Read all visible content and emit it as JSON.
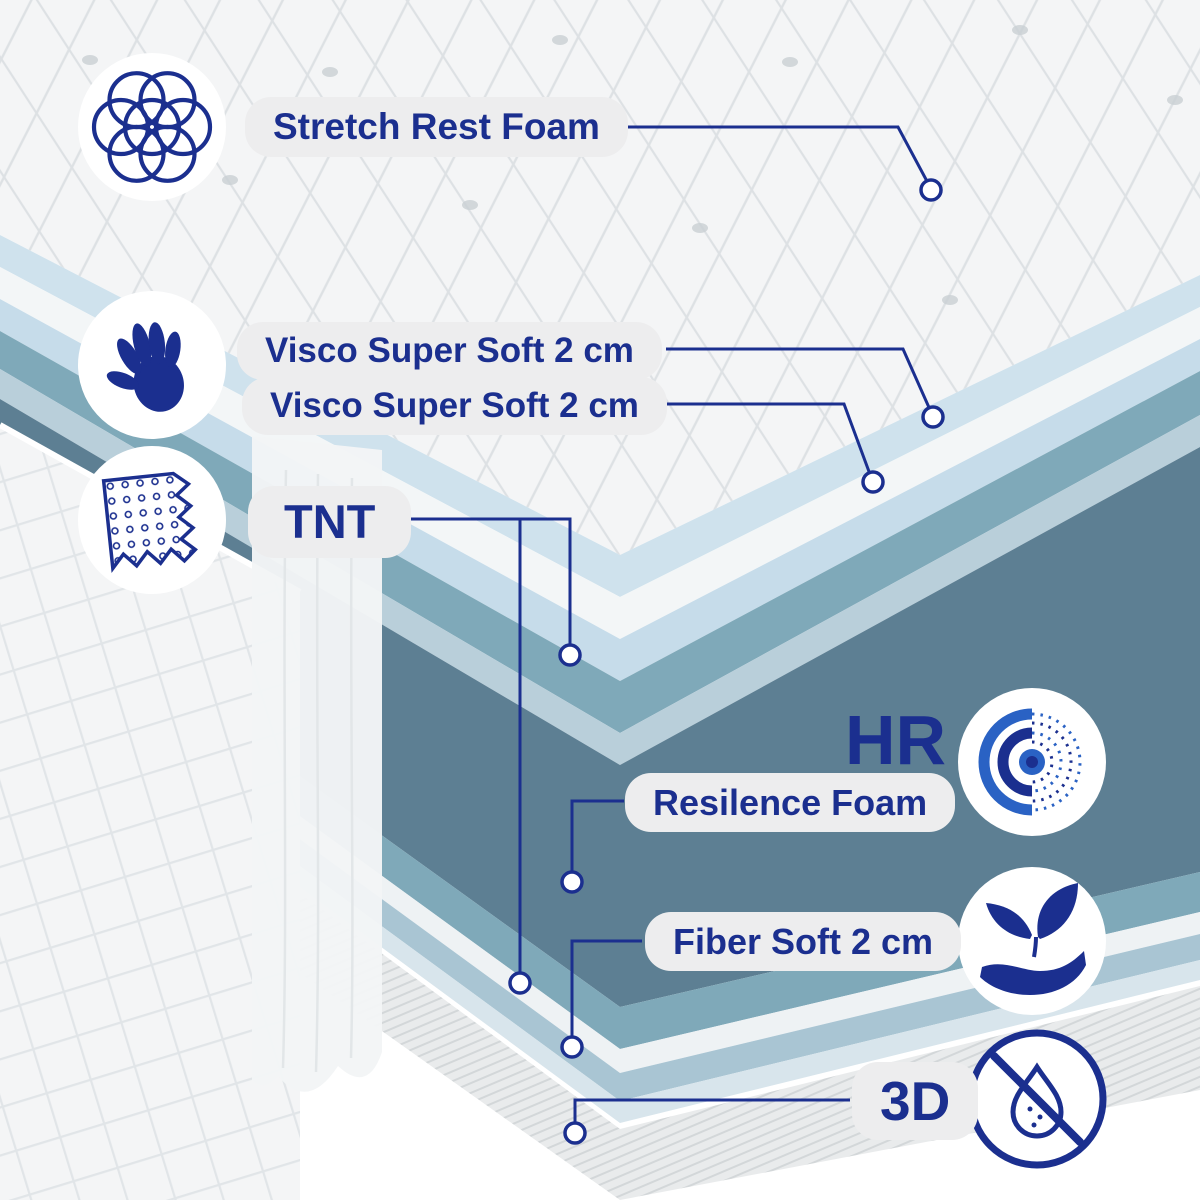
{
  "callouts": {
    "stretch": {
      "label": "Stretch Rest Foam",
      "icon": "overlapping-rings-icon"
    },
    "visco_1": {
      "label": "Visco Super Soft 2 cm",
      "icon": "handprint-icon"
    },
    "visco_2": {
      "label": "Visco Super Soft 2 cm",
      "icon": "handprint-icon"
    },
    "tnt": {
      "label": "TNT",
      "icon": "nonwoven-swatch-icon"
    },
    "hr": {
      "title": "HR",
      "label": "Resilence Foam",
      "icon": "target-rings-icon"
    },
    "fiber": {
      "label": "Fiber Soft 2 cm",
      "icon": "leaf-in-hand-icon"
    },
    "threed": {
      "label": "3D",
      "icon": "no-liquid-icon"
    }
  },
  "colors": {
    "navy": "#1b2f8f",
    "accent_blue": "#2a62c4",
    "pill_bg": "#ededee",
    "quilt_stitch": "#dde1e4",
    "background": "#ffffff"
  },
  "layers": [
    {
      "name": "quilt-top-cover",
      "color": "#f4f5f6"
    },
    {
      "name": "foam-light-blue-1",
      "color": "#cfe2ed"
    },
    {
      "name": "foam-white-1",
      "color": "#f3f6f7"
    },
    {
      "name": "foam-light-blue-2",
      "color": "#c6dcea"
    },
    {
      "name": "foam-teal-1",
      "color": "#7fa9b9"
    },
    {
      "name": "foam-pale-slate",
      "color": "#b9cfda"
    },
    {
      "name": "hr-resilence-foam",
      "color": "#5d7f93"
    },
    {
      "name": "foam-teal-2",
      "color": "#7fa9b9"
    },
    {
      "name": "foam-white-2",
      "color": "#eef2f4"
    },
    {
      "name": "foam-blue-3",
      "color": "#a9c5d3"
    },
    {
      "name": "foam-pale-4",
      "color": "#d8e5ec"
    },
    {
      "name": "base-3d-mesh",
      "color": "#e8eaeb"
    }
  ]
}
